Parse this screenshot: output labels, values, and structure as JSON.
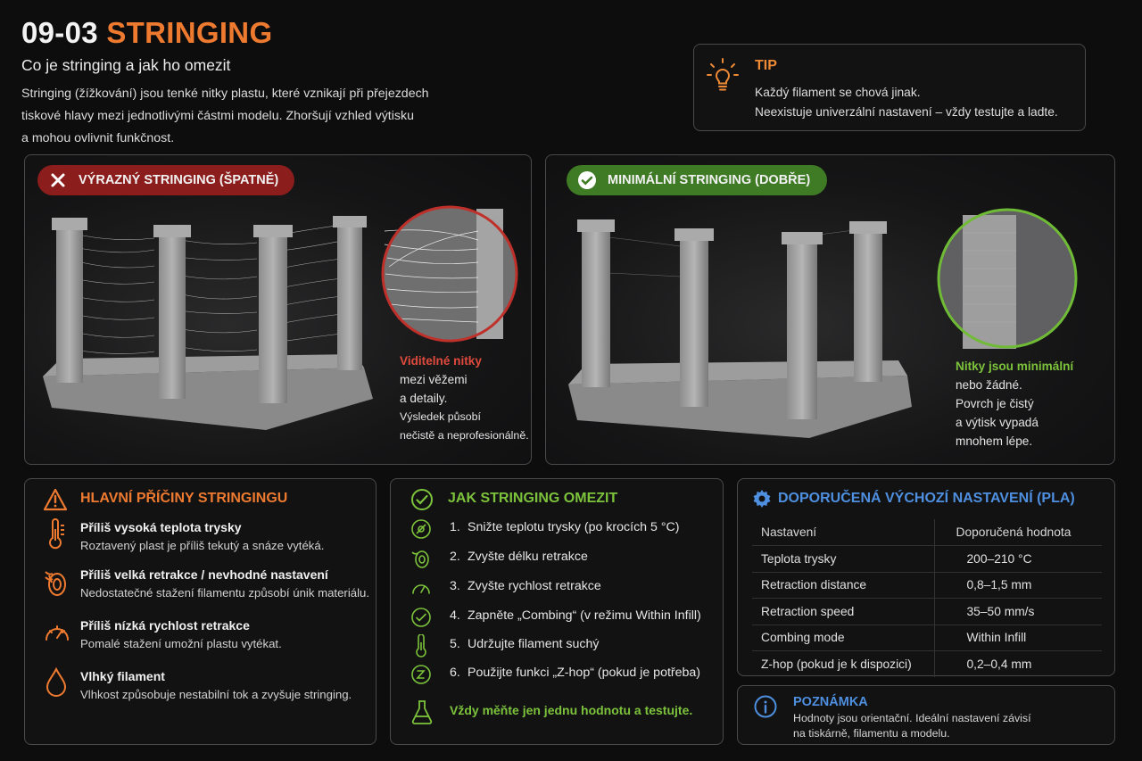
{
  "header": {
    "code": "09-03",
    "word": "STRINGING",
    "subtitle": "Co je stringing a jak ho omezit",
    "intro": [
      "Stringing (žížkování) jsou tenké nitky plastu, které vznikají při přejezdech",
      "tiskové hlavy mezi jednotlivými částmi modelu. Zhoršují vzhled výtisku",
      "a mohou ovlivnit funkčnost."
    ]
  },
  "tip": {
    "title": "TIP",
    "lines": [
      "Každý filament se chová jinak.",
      "Neexistuje univerzální nastavení – vždy testujte a ladte."
    ]
  },
  "bad": {
    "label": "VÝRAZNÝ STRINGING (ŠPATNĚ)",
    "note": [
      "Viditelné nitky",
      "mezi věžemi",
      "a detaily.",
      "Výsledek působí",
      "nečistě a neprofesionálně."
    ]
  },
  "good": {
    "label": "MINIMÁLNÍ STRINGING (DOBŘE)",
    "note": [
      "Nitky jsou minimální",
      "nebo žádné.",
      "Povrch je čistý",
      "a výtisk vypadá",
      "mnohem lépe."
    ]
  },
  "causes": {
    "title": "HLAVNÍ PŘÍČINY STRINGINGU",
    "items": [
      {
        "icon": "thermometer-icon",
        "title": "Příliš vysoká teplota trysky",
        "desc": "Roztavený plast je příliš tekutý a snáze vytéká."
      },
      {
        "icon": "filament-spool-icon",
        "title": "Příliš velká retrakce / nevhodné nastavení",
        "desc": "Nedostatečné stažení filamentu způsobí únik materiálu."
      },
      {
        "icon": "speedometer-icon",
        "title": "Příliš nízká rychlost retrakce",
        "desc": "Pomalé stažení umožní plastu vytékat."
      },
      {
        "icon": "droplet-icon",
        "title": "Vlhký filament",
        "desc": "Vlhkost způsobuje nestabilní tok a zvyšuje stringing."
      }
    ]
  },
  "howto": {
    "title": "JAK STRINGING OMEZIT",
    "steps": [
      {
        "n": "1.",
        "text": "Snižte teplotu trysky (po krocích 5 °C)"
      },
      {
        "n": "2.",
        "text": "Zvyšte délku retrakce"
      },
      {
        "n": "3.",
        "text": "Zvyšte rychlost retrakce"
      },
      {
        "n": "4.",
        "text": "Zapněte „Combing“ (v režimu Within Infill)"
      },
      {
        "n": "5.",
        "text": "Udržujte filament suchý"
      },
      {
        "n": "6.",
        "text": "Použijte funkci „Z-hop“ (pokud je potřeba)"
      }
    ],
    "footer": "Vždy měňte jen jednu hodnotu a testujte."
  },
  "settings": {
    "title": "DOPORUČENÁ VÝCHOZÍ NASTAVENÍ (PLA)",
    "columns": [
      "Nastavení",
      "Doporučená hodnota"
    ],
    "rows": [
      [
        "Teplota trysky",
        "200–210 °C"
      ],
      [
        "Retraction distance",
        "0,8–1,5 mm"
      ],
      [
        "Retraction speed",
        "35–50 mm/s"
      ],
      [
        "Combing mode",
        "Within Infill"
      ],
      [
        "Z-hop (pokud je k dispozici)",
        "0,2–0,4 mm"
      ]
    ]
  },
  "remark": {
    "title": "POZNÁMKA",
    "lines": [
      "Hodnoty jsou orientační. Ideální nastavení závisí",
      "na tiskárně, filamentu a modelu."
    ]
  },
  "colors": {
    "orange": "#ee7a30",
    "green": "#7cc33b",
    "blue": "#4e8fe0",
    "red": "#8b1d1d"
  }
}
